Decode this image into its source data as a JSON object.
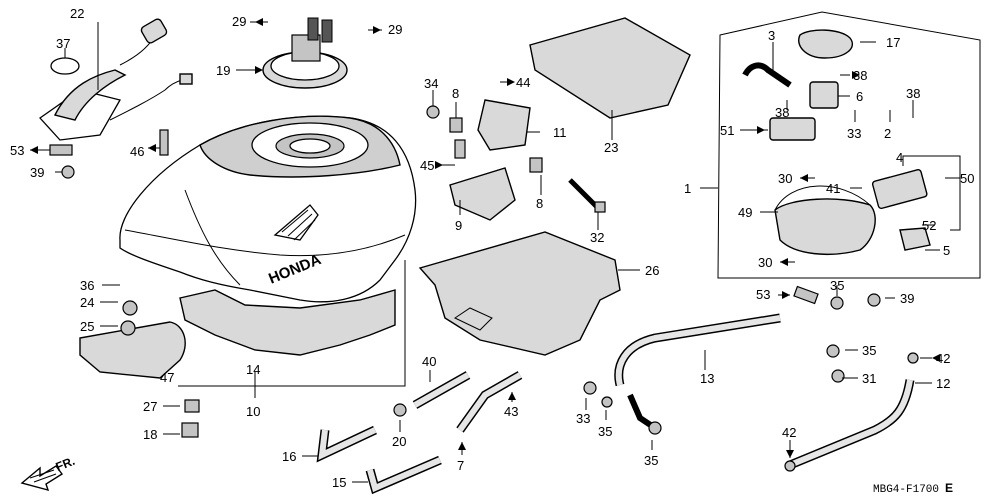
{
  "labels": {
    "p22": "22",
    "p37": "37",
    "p53a": "53",
    "p39a": "39",
    "p46": "46",
    "p29a": "29",
    "p29b": "29",
    "p19": "19",
    "p34": "34",
    "p8a": "8",
    "p44": "44",
    "p11": "11",
    "p45": "45",
    "p9": "9",
    "p8b": "8",
    "p32": "32",
    "p23": "23",
    "p26": "26",
    "p3": "3",
    "p17": "17",
    "p38a": "38",
    "p38b": "38",
    "p6": "6",
    "p38c": "38",
    "p51": "51",
    "p33a": "33",
    "p2": "2",
    "p4": "4",
    "p1": "1",
    "p30a": "30",
    "p41": "41",
    "p50": "50",
    "p49": "49",
    "p52": "52",
    "p5": "5",
    "p30b": "30",
    "p36": "36",
    "p24": "24",
    "p25": "25",
    "p47": "47",
    "p14": "14",
    "p10": "10",
    "p27": "27",
    "p18": "18",
    "p40": "40",
    "p20": "20",
    "p16": "16",
    "p43": "43",
    "p7": "7",
    "p15": "15",
    "p33b": "33",
    "p35a": "35",
    "p35b": "35",
    "p13": "13",
    "p53b": "53",
    "p35c": "35",
    "p39b": "39",
    "p35d": "35",
    "p31": "31",
    "p42a": "42",
    "p12": "12",
    "p42b": "42"
  },
  "brand": "HONDA",
  "front_label": "FR.",
  "diagram_code": "MBG4-F1700",
  "diagram_suffix": "E"
}
